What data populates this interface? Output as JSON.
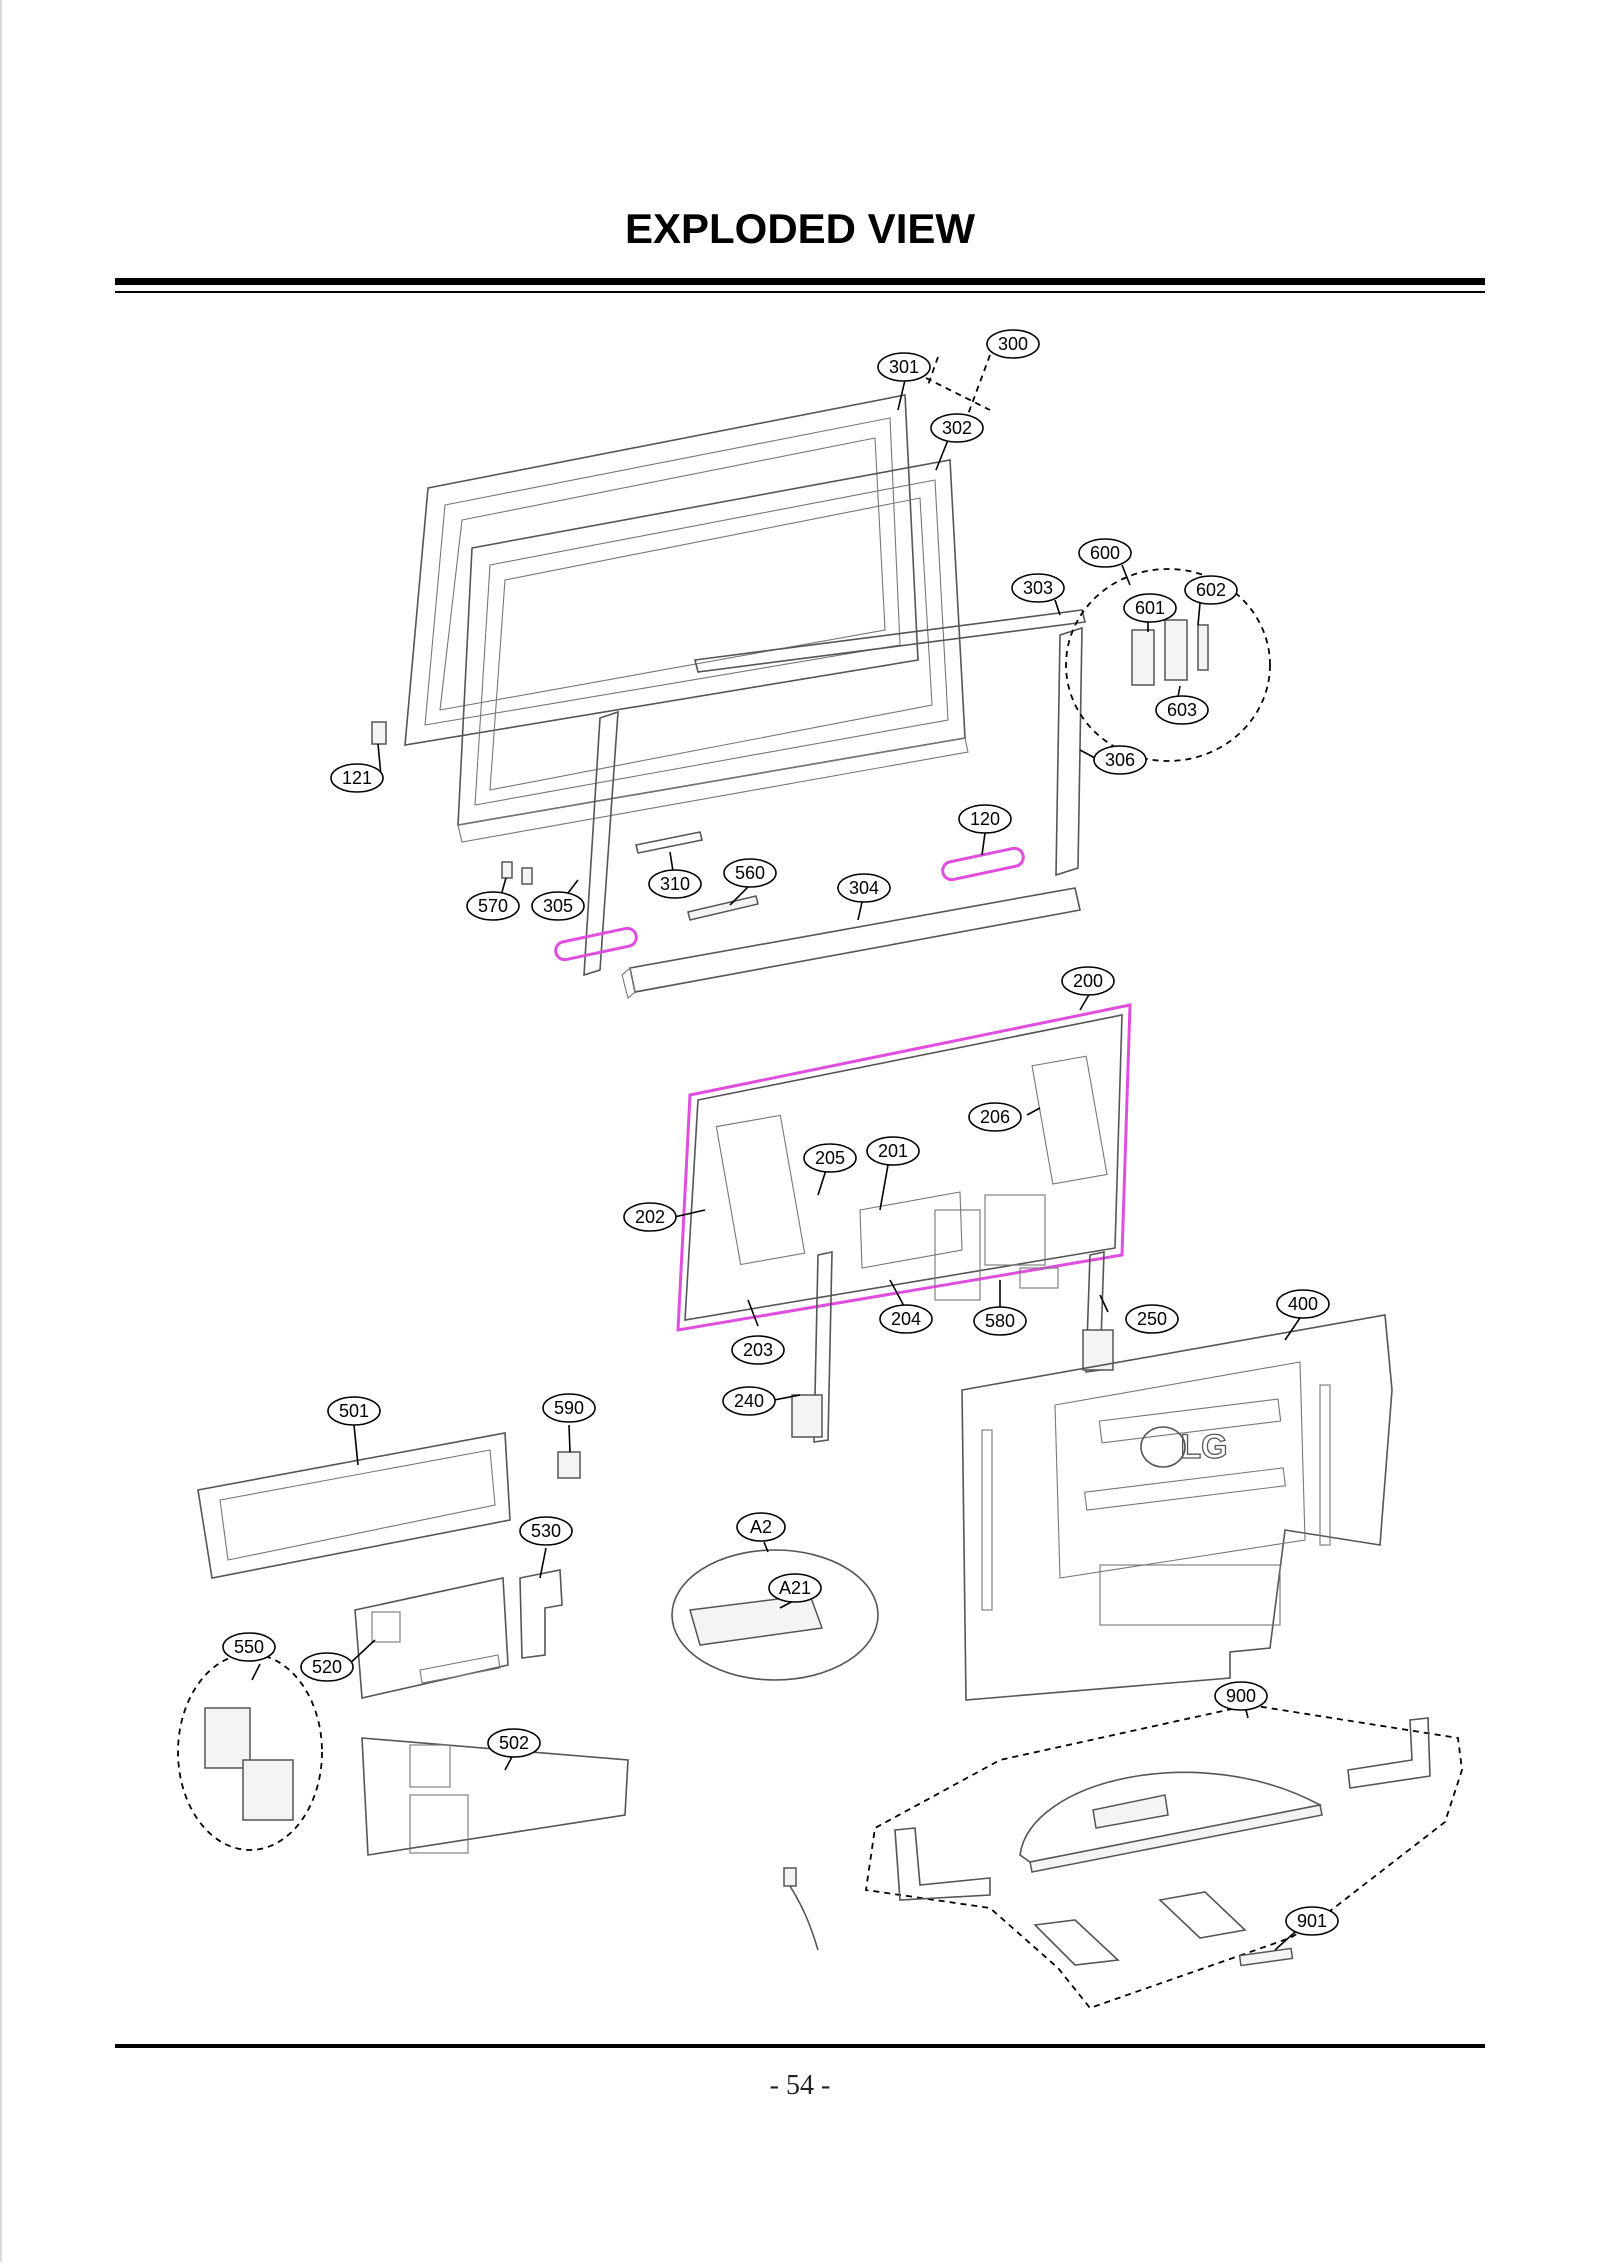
{
  "title": "EXPLODED VIEW",
  "page_number": "- 54 -",
  "callouts": [
    {
      "id": "300",
      "label": "300"
    },
    {
      "id": "301",
      "label": "301"
    },
    {
      "id": "302",
      "label": "302"
    },
    {
      "id": "600",
      "label": "600"
    },
    {
      "id": "303",
      "label": "303"
    },
    {
      "id": "601",
      "label": "601"
    },
    {
      "id": "602",
      "label": "602"
    },
    {
      "id": "603",
      "label": "603"
    },
    {
      "id": "306",
      "label": "306"
    },
    {
      "id": "121",
      "label": "121"
    },
    {
      "id": "120",
      "label": "120"
    },
    {
      "id": "310",
      "label": "310"
    },
    {
      "id": "560",
      "label": "560"
    },
    {
      "id": "304",
      "label": "304"
    },
    {
      "id": "570",
      "label": "570"
    },
    {
      "id": "305",
      "label": "305"
    },
    {
      "id": "200",
      "label": "200"
    },
    {
      "id": "206",
      "label": "206"
    },
    {
      "id": "205",
      "label": "205"
    },
    {
      "id": "201",
      "label": "201"
    },
    {
      "id": "202",
      "label": "202"
    },
    {
      "id": "204",
      "label": "204"
    },
    {
      "id": "580",
      "label": "580"
    },
    {
      "id": "250",
      "label": "250"
    },
    {
      "id": "400",
      "label": "400"
    },
    {
      "id": "203",
      "label": "203"
    },
    {
      "id": "240",
      "label": "240"
    },
    {
      "id": "501",
      "label": "501"
    },
    {
      "id": "590",
      "label": "590"
    },
    {
      "id": "530",
      "label": "530"
    },
    {
      "id": "A2",
      "label": "A2"
    },
    {
      "id": "A21",
      "label": "A21"
    },
    {
      "id": "550",
      "label": "550"
    },
    {
      "id": "520",
      "label": "520"
    },
    {
      "id": "502",
      "label": "502"
    },
    {
      "id": "900",
      "label": "900"
    },
    {
      "id": "901",
      "label": "901"
    }
  ],
  "logo_text": "LG",
  "colors": {
    "highlight": "#e04ee0",
    "line": "#000000",
    "part": "#555555"
  }
}
